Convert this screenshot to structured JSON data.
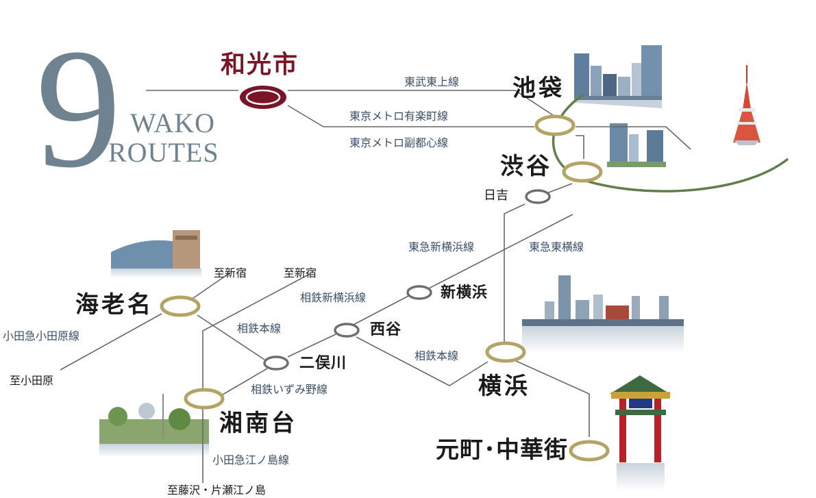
{
  "hero": {
    "numeral": "9",
    "line1": "WAKO",
    "line2": "ROUTES"
  },
  "stations": {
    "wakoshi": "和光市",
    "ikebukuro": "池袋",
    "shibuya": "渋谷",
    "hiyoshi": "日吉",
    "shinyokohama": "新横浜",
    "nishiya": "西谷",
    "futamatagawa": "二俣川",
    "ebina": "海老名",
    "shonandai": "湘南台",
    "yokohama": "横浜",
    "motomachi": "元町･中華街"
  },
  "lines": {
    "tobu_tojo": "東武東上線",
    "metro_yurakucho": "東京メトロ有楽町線",
    "metro_fukutoshin": "東京メトロ副都心線",
    "tokyu_shinyokohama": "東急新横浜線",
    "tokyu_toyoko": "東急東横線",
    "sotetsu_shinyokohama": "相鉄新横浜線",
    "sotetsu_main_1": "相鉄本線",
    "sotetsu_main_2": "相鉄本線",
    "sotetsu_izumino": "相鉄いずみ野線",
    "odakyu_odawara": "小田急小田原線",
    "odakyu_enoshima": "小田急江ノ島線"
  },
  "destinations": {
    "shinjuku_1": "至新宿",
    "shinjuku_2": "至新宿",
    "odawara": "至小田原",
    "fujisawa": "至藤沢・片瀬江ノ島"
  },
  "colors": {
    "numeral": "#6f8290",
    "wako_station": "#7a1426",
    "major_station": "#b3a466",
    "minor_station": "#6e6e6e",
    "route_line": "#666666",
    "yamanote_arc": "#5f7f4a",
    "line_label": "#3b4f6b"
  }
}
